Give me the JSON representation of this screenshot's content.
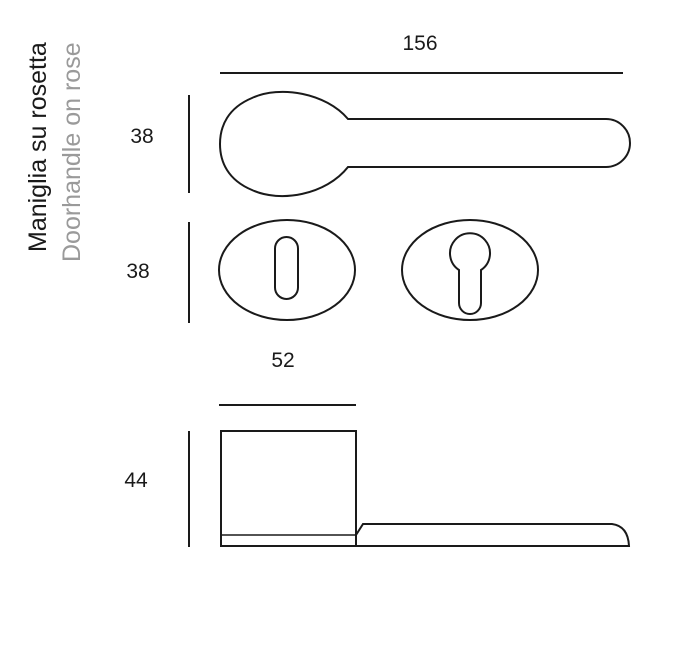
{
  "titles": {
    "italian": "Maniglia su rosetta",
    "english": "Doorhandle on rose"
  },
  "dimensions": {
    "length": "156",
    "handle_height": "38",
    "rose_height": "38",
    "rose_width": "52",
    "side_height": "44"
  },
  "colors": {
    "line": "#1a1a1a",
    "secondary_text": "#9a9a9a"
  }
}
